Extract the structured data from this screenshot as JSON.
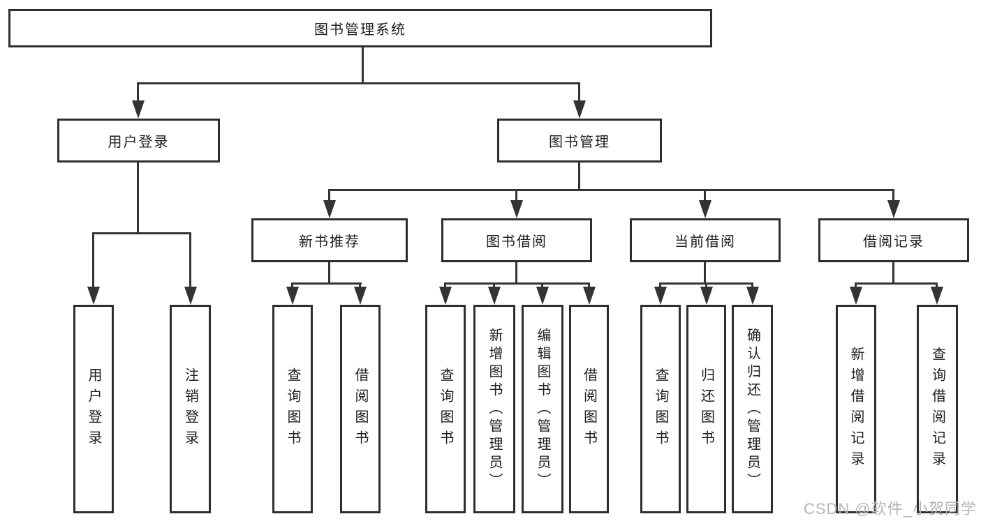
{
  "diagram": {
    "root": "图书管理系统",
    "level2": [
      "用户登录",
      "图书管理"
    ],
    "level3": [
      "新书推荐",
      "图书借阅",
      "当前借阅",
      "借阅记录"
    ],
    "leaves": [
      "用户登录",
      "注销登录",
      "查询图书",
      "借阅图书",
      "查询图书",
      "新增图书（管理员）",
      "编辑图书（管理员）",
      "借阅图书",
      "查询图书",
      "归还图书",
      "确认归还（管理员）",
      "新增借阅记录",
      "查询借阅记录"
    ]
  },
  "watermark": "CSDN @软件_小贺同学",
  "colors": {
    "line": "#333333",
    "border": "#2e2e2e",
    "text": "#1e1e1e",
    "watermark": "#b5b5b5",
    "background": "#ffffff"
  }
}
